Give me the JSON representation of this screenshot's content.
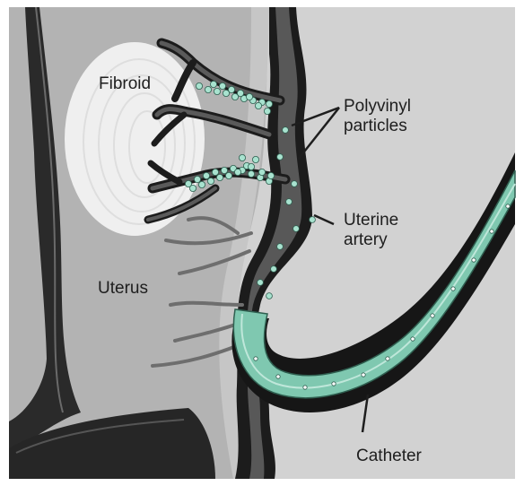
{
  "labels": {
    "fibroid": "Fibroid",
    "polyvinyl_line1": "Polyvinyl",
    "polyvinyl_line2": "particles",
    "artery_line1": "Uterine",
    "artery_line2": "artery",
    "uterus": "Uterus",
    "catheter": "Catheter"
  },
  "colors": {
    "background": "#cfcfcf",
    "uterus_tissue": "#b4b4b4",
    "dark_wall": "#1c1c1c",
    "fibroid": "#f2f2f2",
    "artery_lumen": "#5a5a5a",
    "catheter": "#7fc8b0",
    "particles": "#a8e2cf"
  },
  "icons": [
    "fibroid-shape",
    "uterine-artery",
    "catheter-tube",
    "polyvinyl-particle"
  ]
}
